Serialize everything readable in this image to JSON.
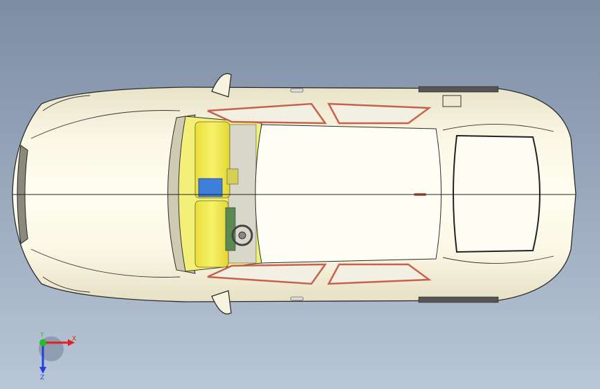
{
  "viewport": {
    "background_top": "#7d8da4",
    "background_bottom": "#b9c6d6",
    "model_body_color": "#fbf8e3",
    "model_outline_color": "#2a2a2a",
    "seat_color": "#f2ec5a",
    "seat_highlight": "#3f7fdb",
    "window_trim_color": "#c9614a",
    "glass_color": "#f4f4f4"
  },
  "triad": {
    "x_label": "X",
    "y_label": "Y",
    "z_label": "Z",
    "x_color": "#e02020",
    "y_color": "#20c020",
    "z_color": "#2040e0"
  }
}
